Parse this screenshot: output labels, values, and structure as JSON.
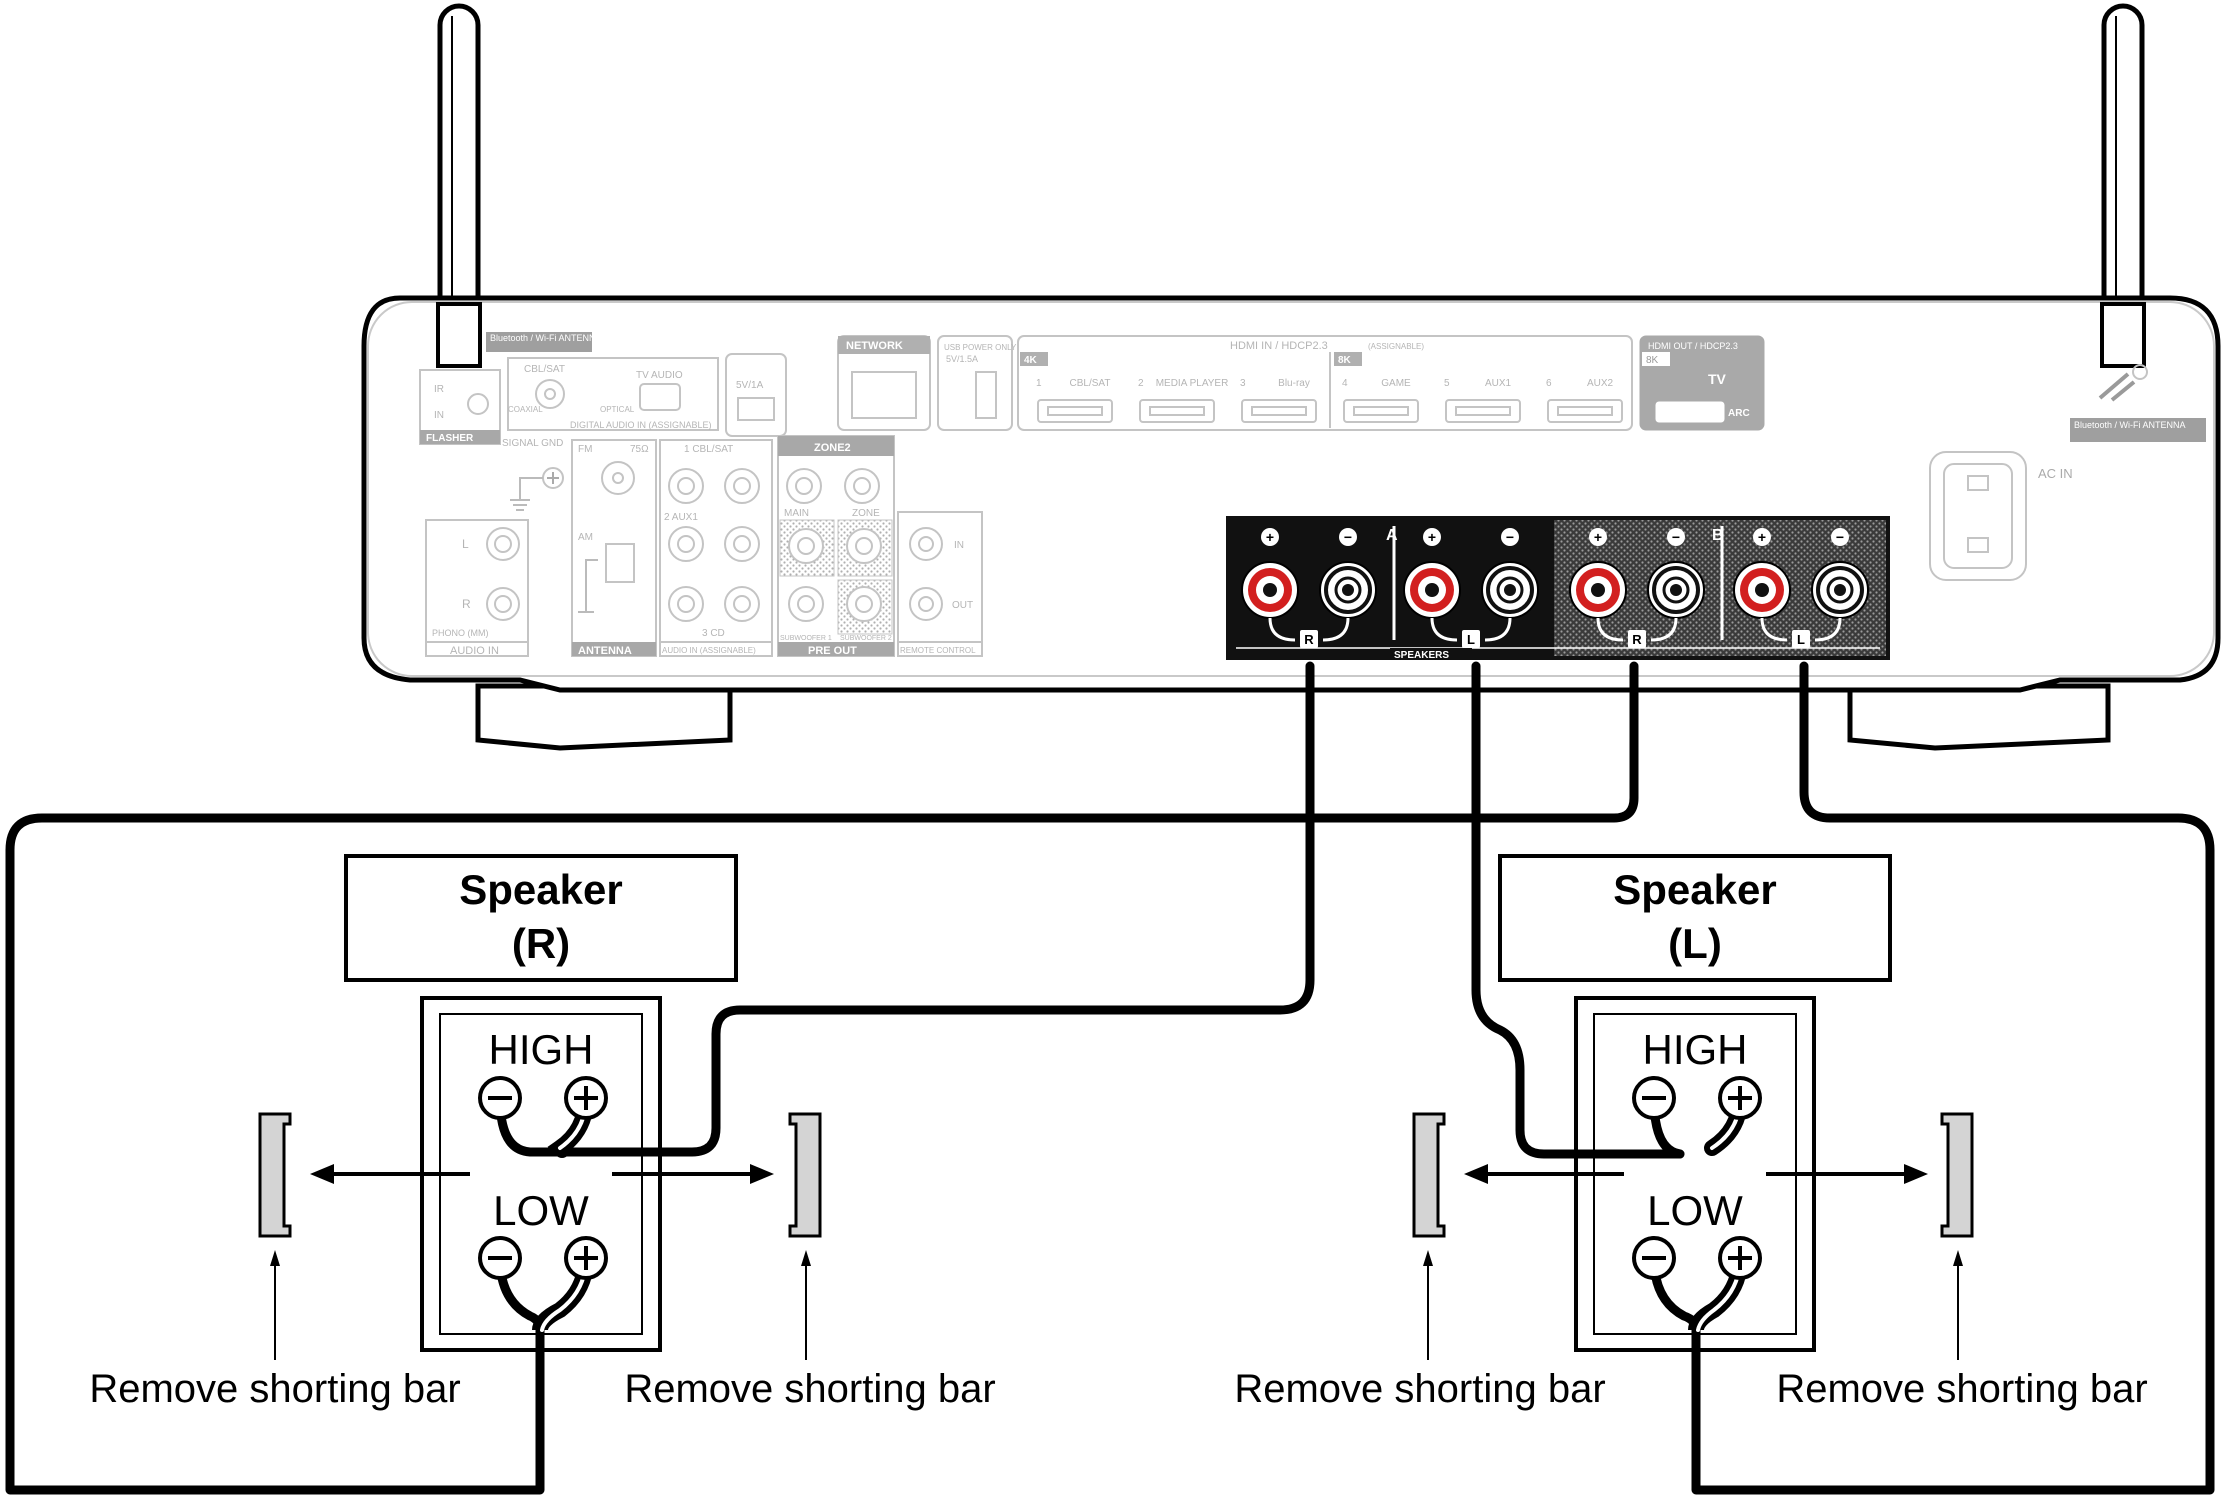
{
  "receiver": {
    "bt_antenna_left": "Bluetooth / Wi-Fi ANTENNA",
    "bt_antenna_right": "Bluetooth / Wi-Fi ANTENNA",
    "flasher": "FLASHER",
    "flasher_ir": "IR",
    "flasher_in": "IN",
    "signal_gnd": "SIGNAL GND",
    "digital_cbl_sat": "CBL/SAT",
    "digital_coaxial": "COAXIAL",
    "digital_tv_audio": "TV AUDIO",
    "digital_optical": "OPTICAL",
    "digital_audio_in": "DIGITAL AUDIO IN (ASSIGNABLE)",
    "usb_rating": "5V/1A",
    "network": "NETWORK",
    "usb_power_only": "USB POWER ONLY",
    "usb_power_rating": "5V/1.5A",
    "hdmi_in": "HDMI IN / HDCP2.3",
    "hdmi_assignable": "(ASSIGNABLE)",
    "hdmi_4k": "4K",
    "hdmi_8k": "8K",
    "hdmi_inputs": [
      "1",
      "CBL/SAT",
      "2",
      "MEDIA PLAYER",
      "3",
      "Blu-ray",
      "4",
      "GAME",
      "5",
      "AUX1",
      "6",
      "AUX2"
    ],
    "hdmi_out": "HDMI OUT / HDCP2.3",
    "hdmi_out_8k": "8K",
    "hdmi_out_tv": "TV",
    "hdmi_out_arc": "ARC",
    "ac_in": "AC IN",
    "audio_in_phono": "PHONO (MM)",
    "audio_in": "AUDIO IN",
    "antenna_fm": "FM",
    "antenna_ohm": "75Ω",
    "antenna_am": "AM",
    "antenna": "ANTENNA",
    "audio_in_1": "1 CBL/SAT",
    "audio_in_2": "2 AUX1",
    "audio_in_3": "3 CD",
    "audio_in_assignable": "AUDIO IN (ASSIGNABLE)",
    "zone2": "ZONE2",
    "main": "MAIN",
    "zone": "ZONE",
    "subwoofer_1": "SUBWOOFER 1",
    "subwoofer_2": "SUBWOOFER 2",
    "pre_out": "PRE OUT",
    "remote_in": "IN",
    "remote_out": "OUT",
    "remote_control": "REMOTE CONTROL",
    "speakers": "SPEAKERS",
    "speaker_a": "A",
    "speaker_b": "B",
    "channel_r": "R",
    "channel_l": "L",
    "plus": "+",
    "minus": "−"
  },
  "speakers": {
    "right_title_line1": "Speaker",
    "right_title_line2": "(R)",
    "left_title_line1": "Speaker",
    "left_title_line2": "(L)",
    "high": "HIGH",
    "low": "LOW",
    "remove_shorting_bar": "Remove shorting bar"
  },
  "colors": {
    "red_terminal": "#d21f1f",
    "panel": "#111111",
    "faint": "#c4c4c4"
  }
}
